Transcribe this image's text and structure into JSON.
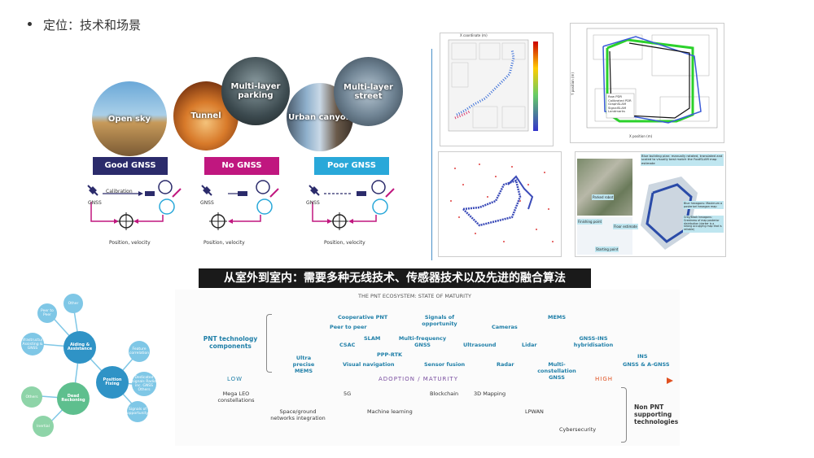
{
  "bullet": {
    "text": "定位：技术和场景"
  },
  "scenarios": {
    "circles": [
      {
        "label": "Open sky"
      },
      {
        "label": "Tunnel"
      },
      {
        "label": "Multi-layer parking"
      },
      {
        "label": "Urban canyon"
      },
      {
        "label": "Multi-layer street"
      }
    ],
    "tags": [
      {
        "label": "Good GNSS",
        "color": "#2b2b6b"
      },
      {
        "label": "No GNSS",
        "color": "#c0177f"
      },
      {
        "label": "Poor GNSS",
        "color": "#29a8d9"
      }
    ],
    "calibration": "Calibration",
    "gnss": "GNSS",
    "position_velocity": "Position, velocity"
  },
  "banner": {
    "text": "从室外到室内：需要多种无线技术、传感器技术以及先进的融合算法"
  },
  "ecosystem": {
    "title": "THE PNT ECOSYSTEM: STATE OF MATURITY",
    "pnt_components": "PNT technology components",
    "non_pnt": "Non PNT supporting technologies",
    "axis_low": "LOW",
    "axis_mid": "ADOPTION / MATURITY",
    "axis_high": "HIGH",
    "pnt_items": {
      "cooperative": "Cooperative PNT",
      "signals": "Signals of opportunity",
      "mems_top": "MEMS",
      "peer": "Peer to peer",
      "cameras": "Cameras",
      "slam": "SLAM",
      "multifreq": "Multi-frequency GNSS",
      "csac": "CSAC",
      "ultrasound": "Ultrasound",
      "lidar": "Lidar",
      "gnss_ins": "GNSS-INS hybridisation",
      "ppprtk": "PPP-RTK",
      "ultra_mems": "Ultra precise MEMS",
      "visual": "Visual navigation",
      "sensor": "Sensor fusion",
      "radar": "Radar",
      "multiconst": "Multi-constellation GNSS",
      "ins": "INS",
      "agnss": "GNSS & A-GNSS"
    },
    "non_items": {
      "leo": "Mega LEO constellations",
      "fiveg": "5G",
      "blockchain": "Blockchain",
      "mapping": "3D Mapping",
      "spaceground": "Space/ground networks integration",
      "ml": "Machine learning",
      "lpwan": "LPWAN",
      "cyber": "Cybersecurity"
    }
  },
  "mindmap": {
    "nodes": [
      {
        "label": "Aiding & Assistance"
      },
      {
        "label": "Position Fixing"
      },
      {
        "label": "Dead Reckoning"
      },
      {
        "label": "Peer to Peer"
      },
      {
        "label": "Other"
      },
      {
        "label": "Infrastructure Assisting & GNSS"
      },
      {
        "label": "Feature correlation"
      },
      {
        "label": "Dedicated signals Radio inc. GNSS Others"
      },
      {
        "label": "Signals of opportunity"
      },
      {
        "label": "Others"
      },
      {
        "label": "Inertial"
      }
    ]
  },
  "plots": {
    "p1_xlabel": "X coordinate (m)",
    "p2_ylabel": "Y position (m)",
    "p2_xlabel": "X position (m)",
    "p2_legend": [
      "Raw PDR",
      "Calibrated PDR",
      "GraphSLAM",
      "SignalSLAM",
      "Landmarks"
    ],
    "p4_note": "Blue building plan: manually rotated, translated and scaled to visually best match the FootSLAM map estimate",
    "p4_parked": "Parked robot",
    "p4_finish": "Finishing point",
    "p4_start": "Starting point",
    "p4_floor": "Floor estimate",
    "p4_blue": "Blue hexagons: Maximum a posteriori hexagon map",
    "p4_grey": "Grey/Black hexagons: Greatness of map posterior distribution (darker is a strong occupying map that is reliable)"
  }
}
